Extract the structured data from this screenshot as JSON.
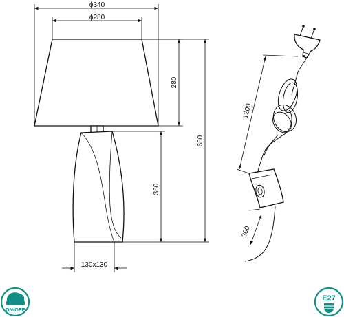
{
  "dimensions": {
    "shade_outer": "ϕ340",
    "shade_inner": "ϕ280",
    "shade_height": "280",
    "total_height": "680",
    "base_height": "360",
    "base_footprint": "130x130",
    "cable_length": "1200",
    "switch_distance": "300"
  },
  "badges": {
    "switch_label": "ON/OFF",
    "bulb_label": "E27"
  },
  "colors": {
    "badge": "#0f8f86",
    "line": "#111111"
  }
}
